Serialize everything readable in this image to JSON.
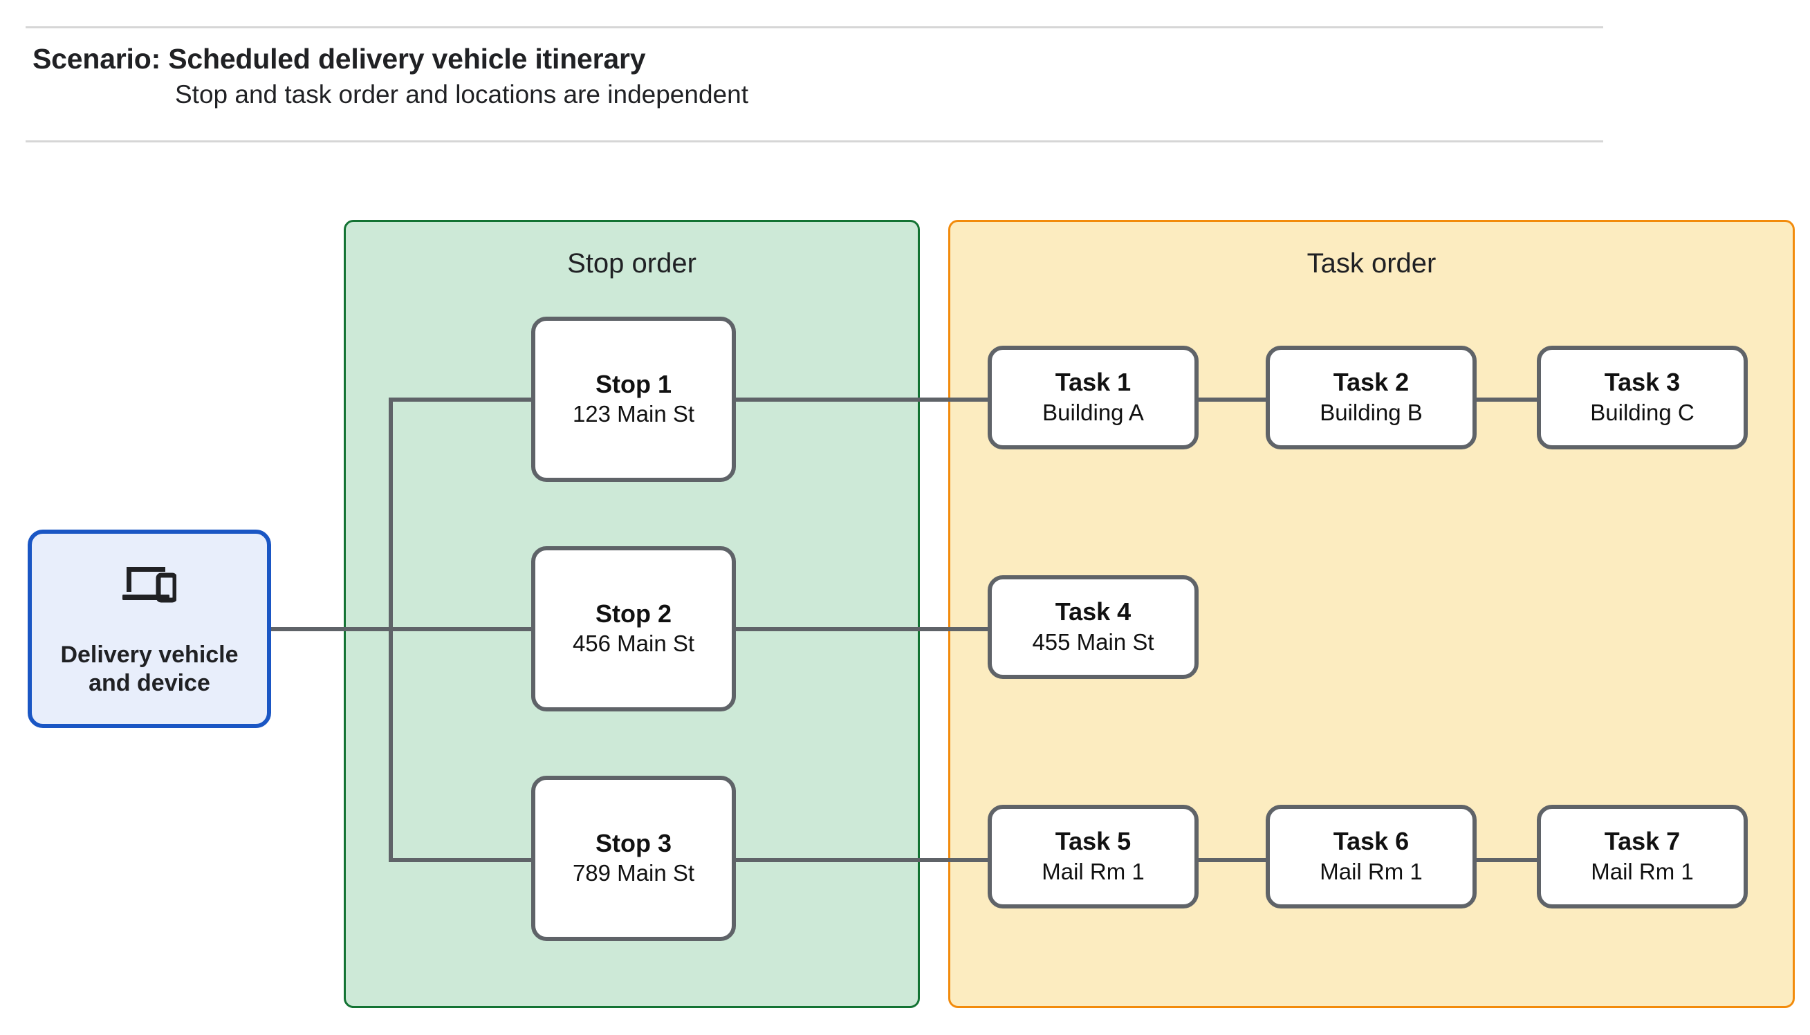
{
  "header": {
    "title": "Scenario: Scheduled delivery vehicle itinerary",
    "subtitle": "Stop and task order and locations are independent"
  },
  "source_node": {
    "icon": "devices-icon",
    "label_line1": "Delivery vehicle",
    "label_line2": "and device"
  },
  "panels": {
    "stop": {
      "title": "Stop order",
      "fill_color": "#cde9d7",
      "border_color": "#137333"
    },
    "task": {
      "title": "Task order",
      "fill_color": "#fcecc0",
      "border_color": "#f28b0c"
    }
  },
  "stops": [
    {
      "title": "Stop 1",
      "location": "123 Main St"
    },
    {
      "title": "Stop 2",
      "location": "456 Main St"
    },
    {
      "title": "Stop 3",
      "location": "789 Main St"
    }
  ],
  "task_rows": [
    [
      {
        "title": "Task 1",
        "location": "Building A"
      },
      {
        "title": "Task 2",
        "location": "Building B"
      },
      {
        "title": "Task 3",
        "location": "Building C"
      }
    ],
    [
      {
        "title": "Task 4",
        "location": "455 Main St"
      }
    ],
    [
      {
        "title": "Task 5",
        "location": "Mail Rm 1"
      },
      {
        "title": "Task 6",
        "location": "Mail Rm 1"
      },
      {
        "title": "Task 7",
        "location": "Mail Rm 1"
      }
    ]
  ],
  "colors": {
    "connector": "#5f6368",
    "node_border": "#5f6368",
    "device_border": "#1a56c4",
    "device_fill": "#e8eefb",
    "rule": "#d6d6d6"
  }
}
